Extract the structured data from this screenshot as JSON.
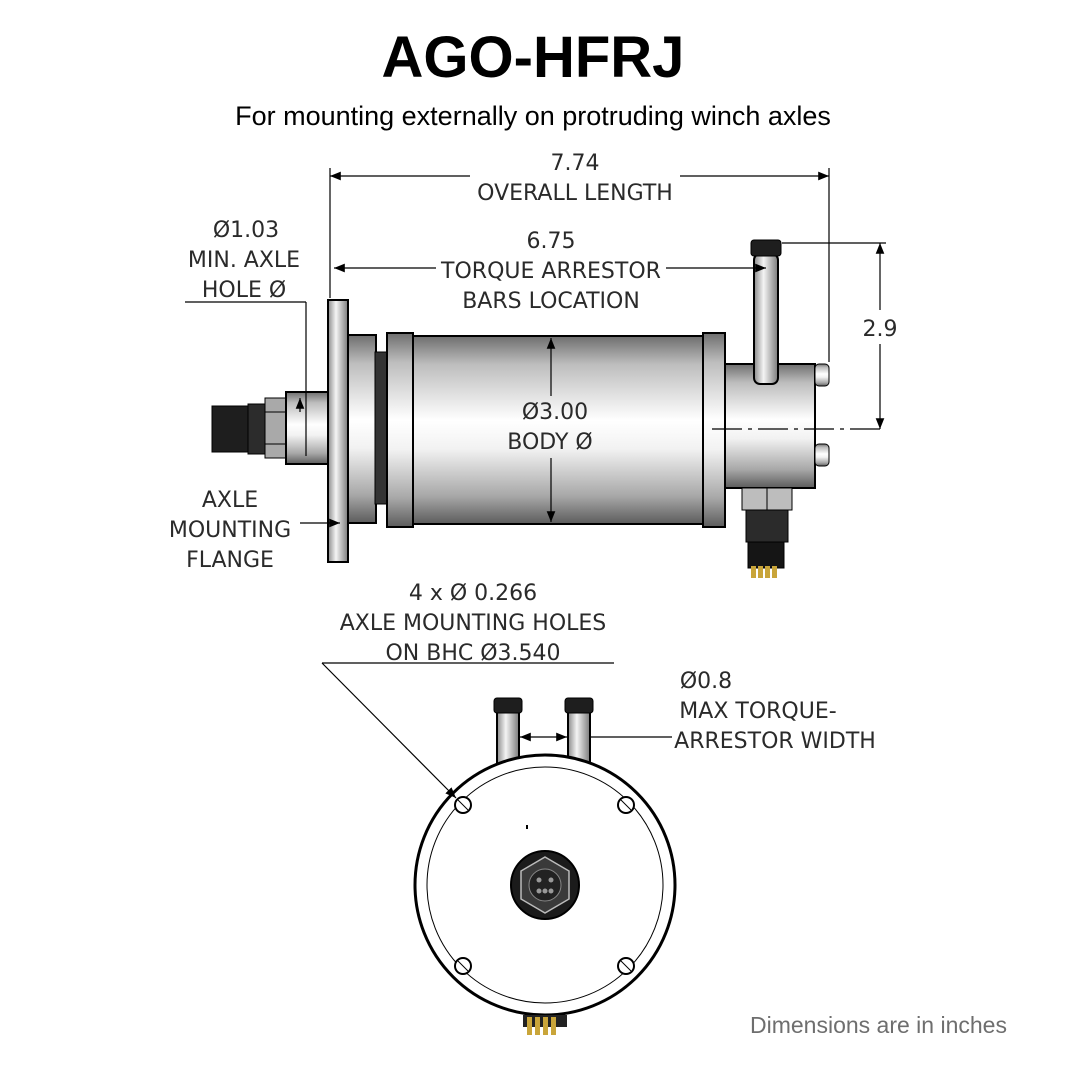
{
  "title": "AGO-HFRJ",
  "subtitle": "For mounting externally on protruding winch axles",
  "footnote": "Dimensions are in inches",
  "dimensions": {
    "overall_length": {
      "value": "7.74",
      "label": "OVERALL LENGTH"
    },
    "torque_bars": {
      "value": "6.75",
      "line1": "TORQUE ARRESTOR",
      "line2": "BARS LOCATION"
    },
    "axle_hole": {
      "value": "Ø1.03",
      "line1": "MIN. AXLE",
      "line2": "HOLE Ø"
    },
    "height": {
      "value": "2.9"
    },
    "body": {
      "value": "Ø3.00",
      "label": "BODY Ø"
    },
    "flange": {
      "line1": "AXLE",
      "line2": "MOUNTING",
      "line3": "FLANGE"
    },
    "mounting_holes": {
      "line1": "4 x Ø 0.266",
      "line2": "AXLE MOUNTING HOLES",
      "line3": "ON BHC Ø3.540"
    },
    "torque_width": {
      "value": "Ø0.8",
      "line1": "MAX TORQUE-",
      "line2": "ARRESTOR WIDTH"
    }
  }
}
